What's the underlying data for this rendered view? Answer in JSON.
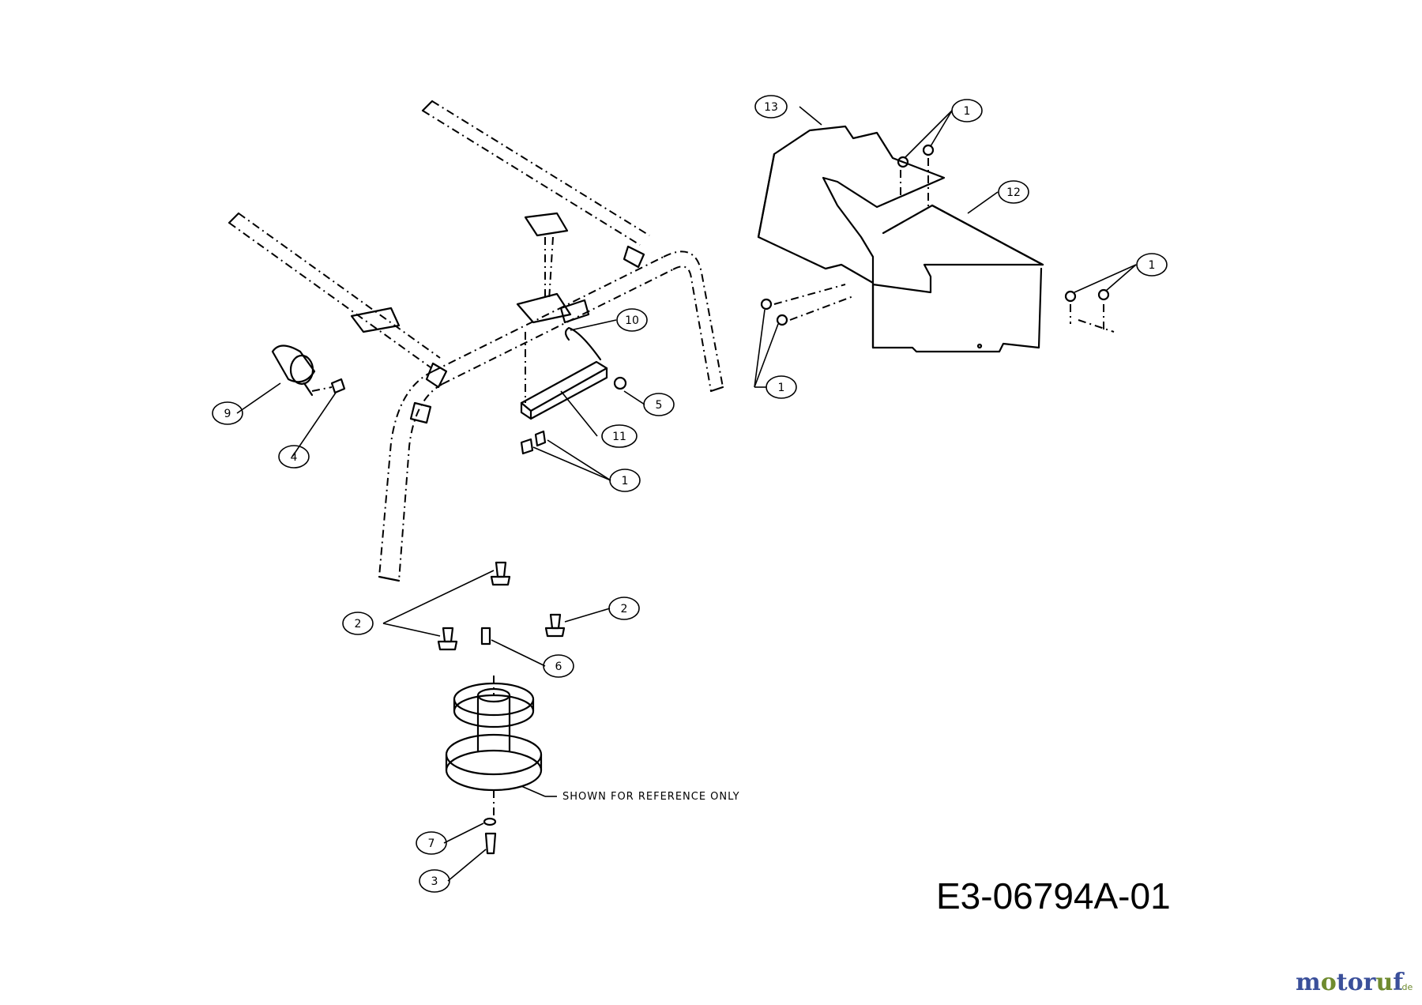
{
  "diagram_code": "E3-06794A-01",
  "note": "SHOWN FOR REFERENCE ONLY",
  "callouts": {
    "c13": "13",
    "c1a": "1",
    "c12": "12",
    "c1b": "1",
    "c1c": "1",
    "c10": "10",
    "c9": "9",
    "c5": "5",
    "c11": "11",
    "c4": "4",
    "c1d": "1",
    "c2a": "2",
    "c2b": "2",
    "c6": "6",
    "c7": "7",
    "c3": "3"
  },
  "watermark": {
    "brand": "motoruf",
    "suffix": ".de",
    "color_primary": "#3a4f9a",
    "color_accent": "#6f8b2f"
  }
}
